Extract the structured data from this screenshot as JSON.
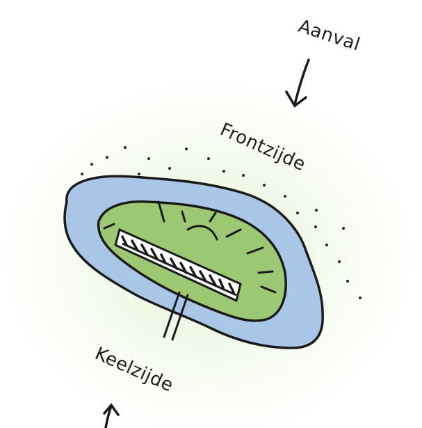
{
  "labels": {
    "attack": "Aanval",
    "front_side": "Frontzijde",
    "throat_side": "Keelzijde"
  },
  "colors": {
    "water": "#a9c6e6",
    "island": "#9cc773",
    "glow": "#e7f3d6",
    "ink": "#1a1a1a"
  },
  "icons": {
    "attack_arrow": "arrow-down-icon",
    "throat_arrow": "arrow-up-icon"
  }
}
